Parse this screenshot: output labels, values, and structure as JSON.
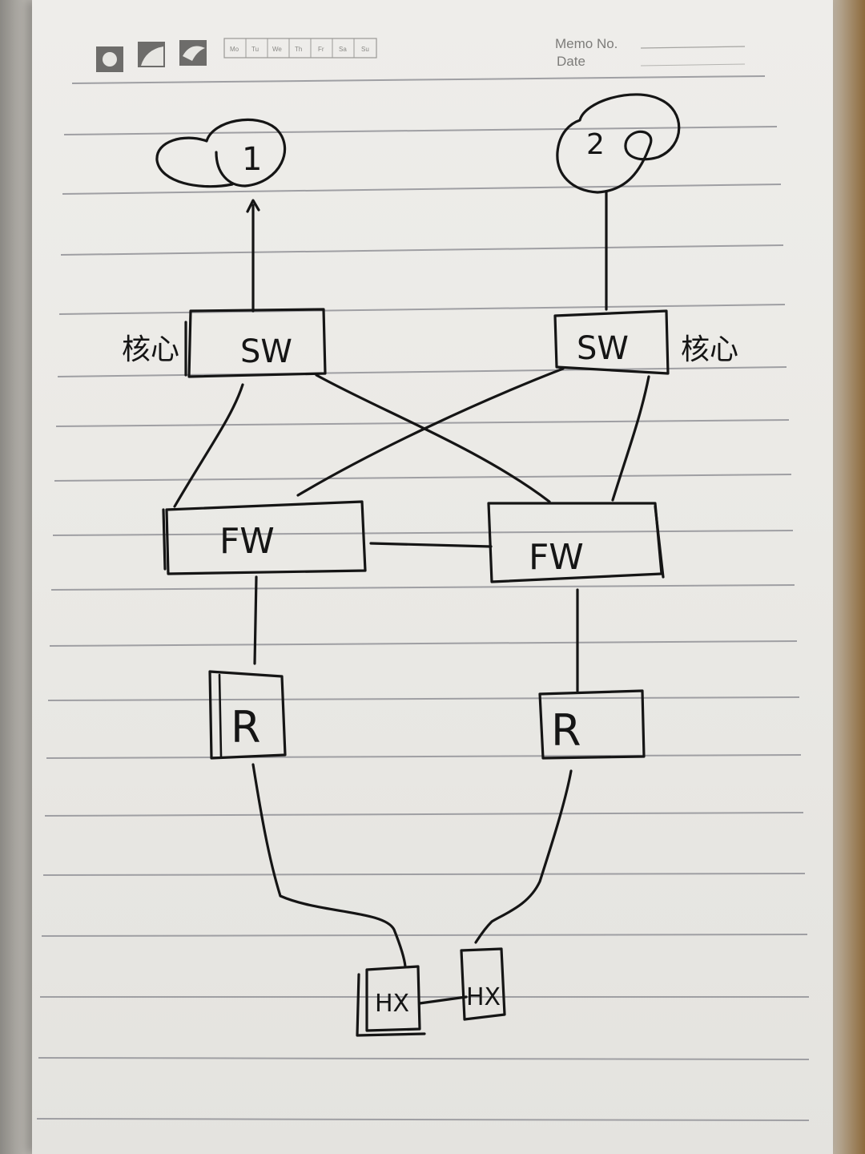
{
  "header": {
    "days": [
      "Mo",
      "Tu",
      "We",
      "Th",
      "Fr",
      "Sa",
      "Su"
    ],
    "memo_label": "Memo No.",
    "date_label": "Date",
    "weather_icons": [
      "sun-icon",
      "cloud-icon",
      "rain-icon"
    ]
  },
  "diagram": {
    "cloud_1": "1",
    "cloud_2": "2",
    "switch_left": "SW",
    "switch_right": "SW",
    "switch_left_note": "核心",
    "switch_right_note": "核心",
    "firewall_left": "FW",
    "firewall_right": "FW",
    "router_left": "R",
    "router_right": "R",
    "device_left": "HX",
    "device_right": "HX"
  },
  "colors": {
    "ink": "#151515",
    "paper": "#ecebe7",
    "rule": "#9f9fa3"
  }
}
